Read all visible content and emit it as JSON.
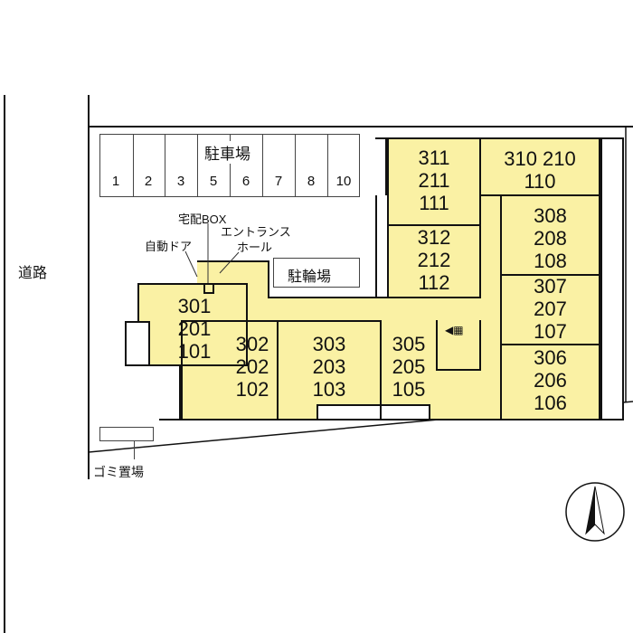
{
  "road_label": "道路",
  "parking": {
    "label": "駐車場",
    "stalls": [
      "1",
      "2",
      "3",
      "5",
      "6",
      "7",
      "8",
      "10"
    ]
  },
  "bicycle_parking": "駐輪場",
  "garbage": "ゴミ置場",
  "annotations": {
    "delivery_box": "宅配BOX",
    "entrance": "エントランス",
    "hall": "ホール",
    "auto_door": "自動ドア"
  },
  "units": {
    "u301": [
      "301",
      "201",
      "101"
    ],
    "u302": [
      "302",
      "202",
      "102"
    ],
    "u303": [
      "303",
      "203",
      "103"
    ],
    "u305": [
      "305",
      "205",
      "105"
    ],
    "u306": [
      "306",
      "206",
      "106"
    ],
    "u307": [
      "307",
      "207",
      "107"
    ],
    "u308": [
      "308",
      "208",
      "108"
    ],
    "u310": [
      "310 210",
      "110"
    ],
    "u311": [
      "311",
      "211",
      "111"
    ],
    "u312": [
      "312",
      "212",
      "112"
    ]
  },
  "colors": {
    "unit_fill": "#faf1a4",
    "line": "#111111"
  }
}
